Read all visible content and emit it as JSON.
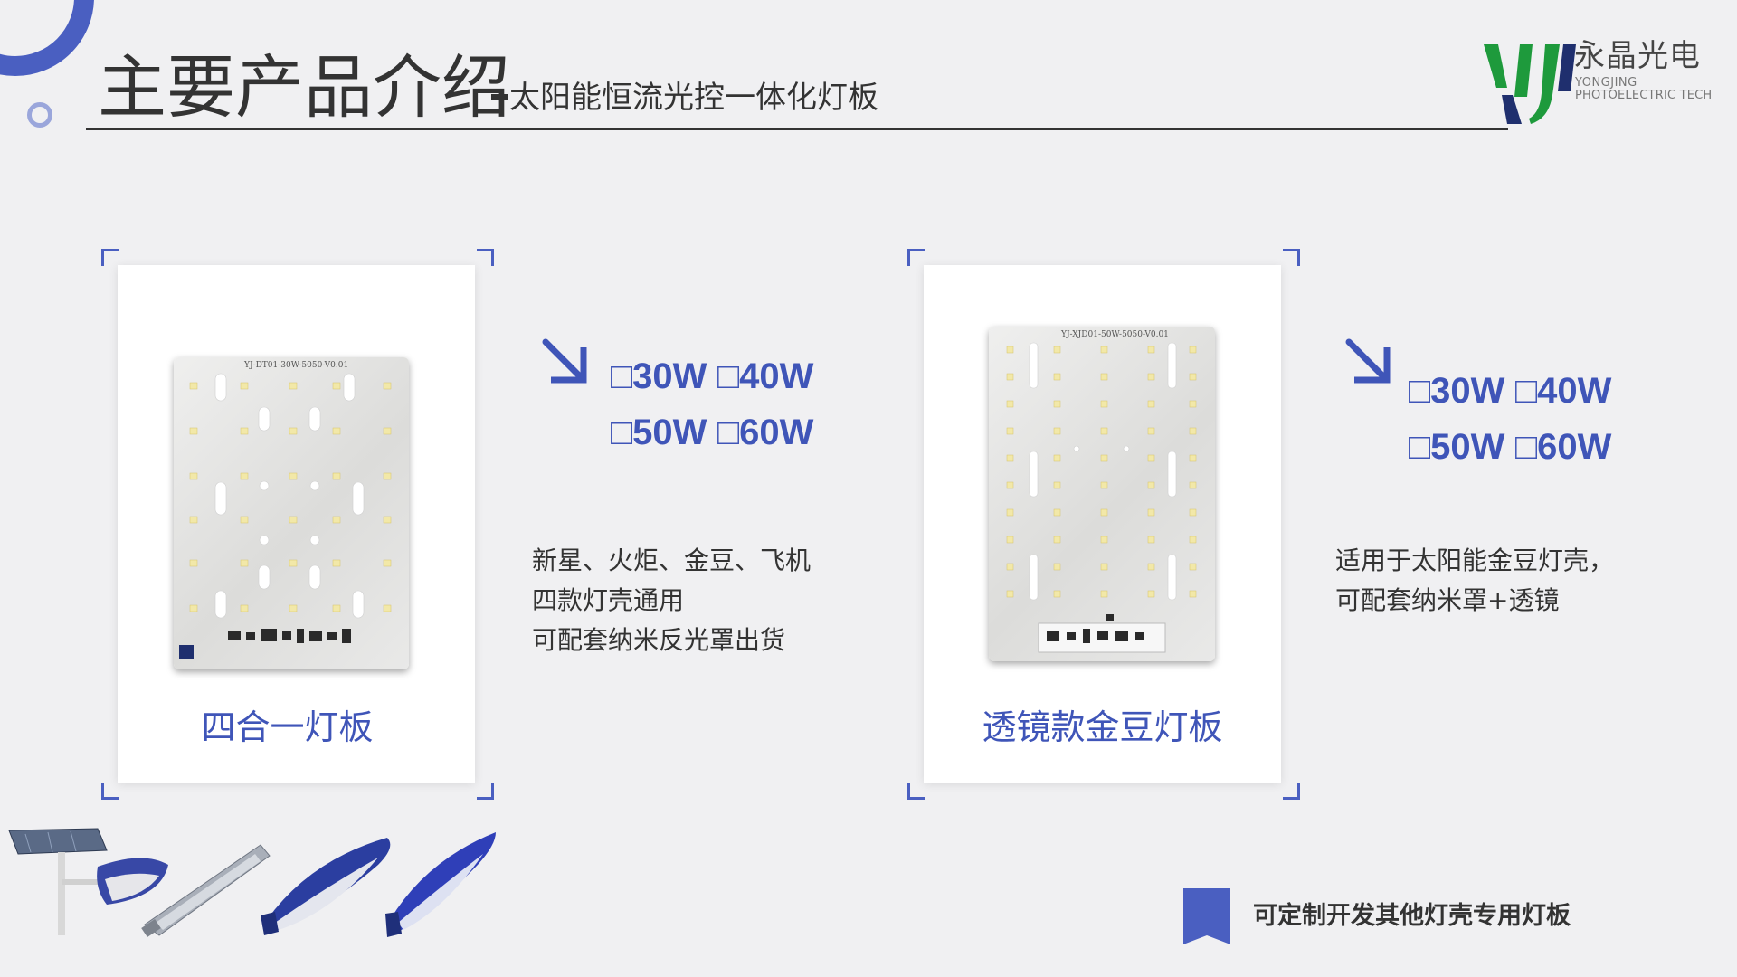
{
  "header": {
    "title": "主要产品介绍",
    "separator": "-",
    "subtitle": "太阳能恒流光控一体化灯板"
  },
  "logo": {
    "name_cn": "永晶光电",
    "name_en_line1": "YONGJING",
    "name_en_line2": "PHOTOELECTRIC TECH",
    "colors": {
      "green": "#1e9a3c",
      "dark": "#1f2f6e"
    }
  },
  "products": [
    {
      "name": "四合一灯板",
      "board_code": "YJ-DT01-30W-5050-V0.01",
      "power_options": [
        "□30W",
        "□40W",
        "□50W",
        "□60W"
      ],
      "description": [
        "新星、火炬、金豆、飞机",
        "四款灯壳通用",
        "可配套纳米反光罩出货"
      ]
    },
    {
      "name": "透镜款金豆灯板",
      "board_code": "YJ-XJD01-50W-5050-V0.01",
      "power_options": [
        "□30W",
        "□40W",
        "□50W",
        "□60W"
      ],
      "description": [
        "适用于太阳能金豆灯壳，",
        "可配套纳米罩+透镜"
      ]
    }
  ],
  "footer": {
    "custom_note": "可定制开发其他灯壳专用灯板"
  },
  "colors": {
    "accent": "#3f55b8",
    "accent_dark": "#4a5fc1",
    "background": "#f0f0f2",
    "text": "#333333"
  },
  "icons": [
    "corner-arc",
    "arrow-down-right-icon",
    "bookmark-icon",
    "street-lamp"
  ]
}
